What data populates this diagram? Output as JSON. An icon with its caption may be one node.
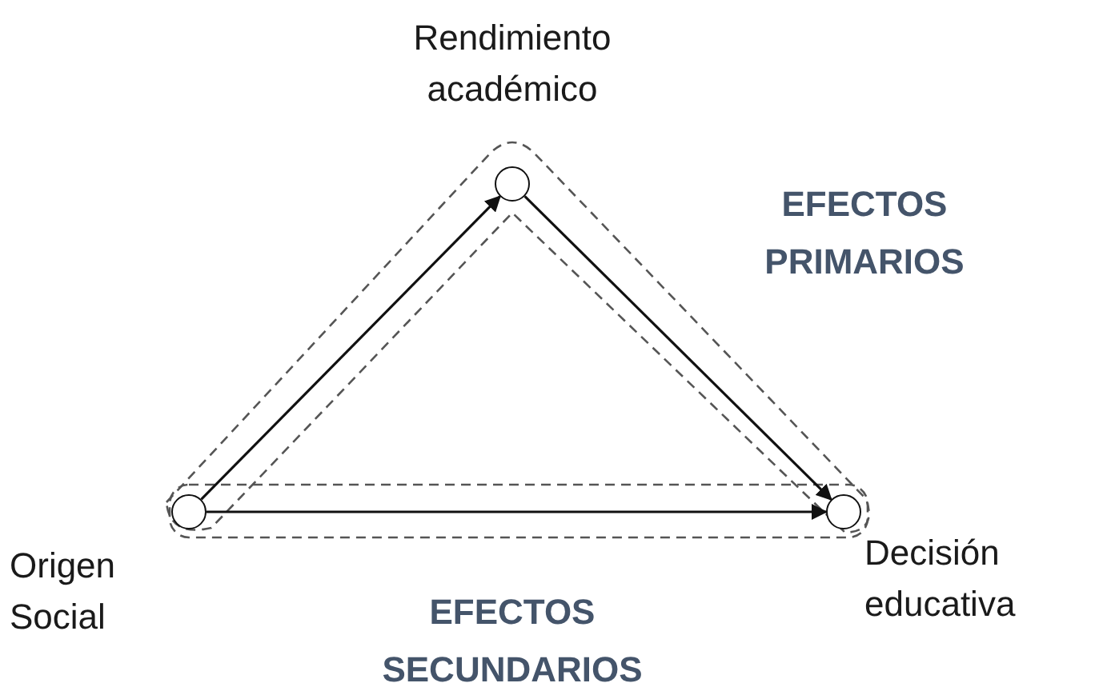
{
  "diagram": {
    "nodes": [
      {
        "text": [],
        "shape": "circle",
        "beside": [
          "Rendimiento académico"
        ]
      },
      {
        "text": [],
        "shape": "circle",
        "beside": [
          "Origen Social"
        ]
      },
      {
        "text": [],
        "shape": "circle",
        "beside": [
          "Decisión educativa"
        ]
      }
    ],
    "edges": [
      {
        "from": 1,
        "to": 0,
        "arrow": "to"
      },
      {
        "from": 0,
        "to": 2,
        "arrow": "to"
      },
      {
        "from": 1,
        "to": 2,
        "arrow": "to"
      }
    ],
    "labels": [
      "EFECTOS PRIMARIOS",
      "EFECTOS SECUNDARIOS"
    ]
  }
}
